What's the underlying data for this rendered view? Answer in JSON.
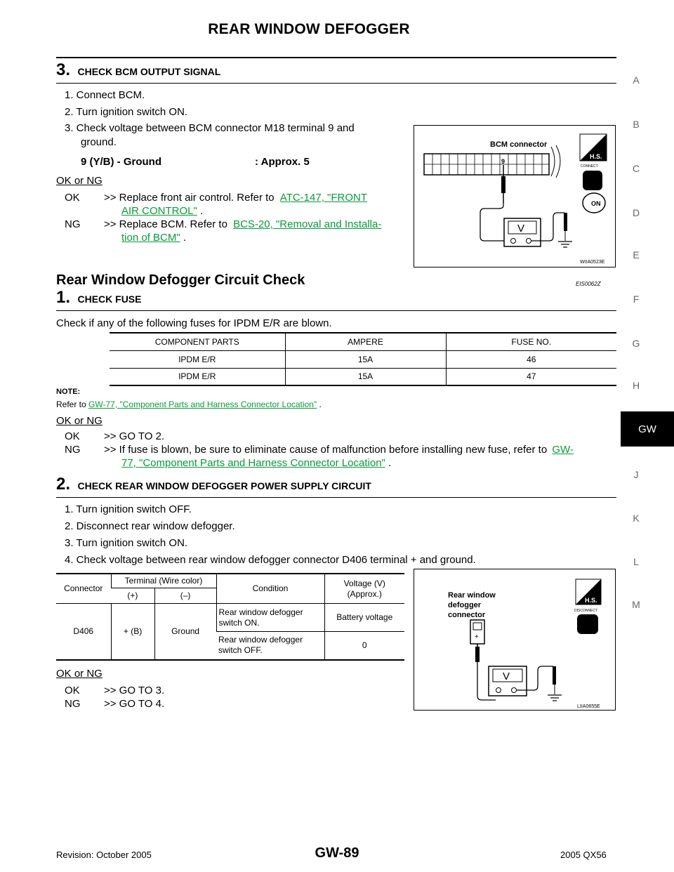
{
  "header": {
    "title": "REAR WINDOW DEFOGGER"
  },
  "side_index": [
    "A",
    "B",
    "C",
    "D",
    "E",
    "F",
    "G",
    "H",
    "GW",
    "J",
    "K",
    "L",
    "M"
  ],
  "step3": {
    "num": "3.",
    "title": "CHECK BCM OUTPUT SIGNAL",
    "items": [
      "1.  Connect BCM.",
      "2.  Turn ignition switch ON.",
      "3.  Check voltage between BCM connector M18 terminal 9 and",
      "ground."
    ],
    "spec_left": "9 (Y/B) - Ground",
    "spec_right": ": Approx. 5",
    "okng": "OK or NG",
    "ok_label": "OK",
    "ok_arrow": ">> Replace front air control. Refer to",
    "ok_link_1": "ATC-147, \"FRONT",
    "ok_link_2": "AIR CONTROL\"",
    "ok_tail": " .",
    "ng_label": "NG",
    "ng_arrow": ">> Replace BCM. Refer to",
    "ng_link_1": "BCS-20, \"Removal and Installa-",
    "ng_link_2": "tion of BCM\"",
    "ng_tail": " .",
    "figure": {
      "connector_label": "BCM connector",
      "terminal": "9",
      "meter": "V",
      "hs": "H.S.",
      "connect": "CONNECT",
      "on": "ON",
      "code": "WIIA0523E"
    }
  },
  "section": {
    "title": "Rear Window Defogger Circuit Check",
    "code": "EIS0062Z"
  },
  "step1": {
    "num": "1.",
    "title": "CHECK FUSE",
    "text": "Check if any of the following fuses for IPDM E/R are blown.",
    "table": {
      "headers": [
        "COMPONENT PARTS",
        "AMPERE",
        "FUSE NO."
      ],
      "rows": [
        [
          "IPDM E/R",
          "15A",
          "46"
        ],
        [
          "IPDM E/R",
          "15A",
          "47"
        ]
      ]
    },
    "note_label": "NOTE:",
    "note_text": "Refer to ",
    "note_link": "GW-77, \"Component Parts and Harness Connector Location\"",
    "note_tail": " .",
    "okng": "OK or NG",
    "ok_label": "OK",
    "ok_text": ">> GO TO 2.",
    "ng_label": "NG",
    "ng_text": ">> If fuse is blown, be sure to eliminate cause of malfunction before installing new fuse, refer to",
    "ng_link_1": "GW-",
    "ng_link_2": "77, \"Component Parts and Harness Connector Location\"",
    "ng_tail": " ."
  },
  "step2": {
    "num": "2.",
    "title": "CHECK REAR WINDOW DEFOGGER POWER SUPPLY CIRCUIT",
    "items": [
      "1.  Turn ignition switch OFF.",
      "2.  Disconnect rear window defogger.",
      "3.  Turn ignition switch ON.",
      "4.  Check voltage between rear window defogger connector D406 terminal + and ground."
    ],
    "table": {
      "h_connector": "Connector",
      "h_terminal": "Terminal (Wire color)",
      "h_plus": "(+)",
      "h_minus": "(–)",
      "h_condition": "Condition",
      "h_voltage": "Voltage (V)\n(Approx.)",
      "connector": "D406",
      "plus": "+ (B)",
      "minus": "Ground",
      "cond_on": "Rear window defogger switch ON.",
      "volt_on": "Battery voltage",
      "cond_off": "Rear window defogger switch OFF.",
      "volt_off": "0"
    },
    "okng": "OK or NG",
    "ok_label": "OK",
    "ok_text": ">> GO TO 3.",
    "ng_label": "NG",
    "ng_text": ">> GO TO 4.",
    "figure": {
      "label_1": "Rear window",
      "label_2": "defogger",
      "label_3": "connector",
      "plus": "+",
      "meter": "V",
      "hs": "H.S.",
      "disconnect": "DISCONNECT",
      "code": "LIIA0655E"
    }
  },
  "footer": {
    "revision": "Revision: October 2005",
    "page": "GW-89",
    "model": "2005 QX56"
  }
}
